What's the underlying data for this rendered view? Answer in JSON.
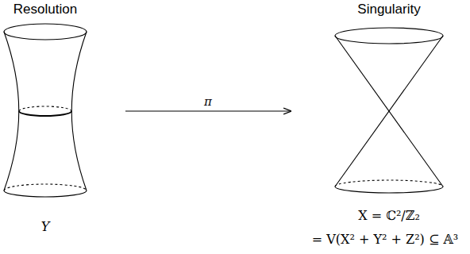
{
  "diagram": {
    "nodes": [
      {
        "text": [
          "Resolution",
          "Y"
        ]
      },
      {
        "text": [
          "Singularity",
          "X = ℂ²/ℤ₂",
          "= V(X² + Y² + Z²) ⊆ 𝔸³"
        ]
      }
    ],
    "edges": [
      {
        "from": 0,
        "to": 1,
        "label": "π",
        "arrow": "to"
      }
    ]
  }
}
